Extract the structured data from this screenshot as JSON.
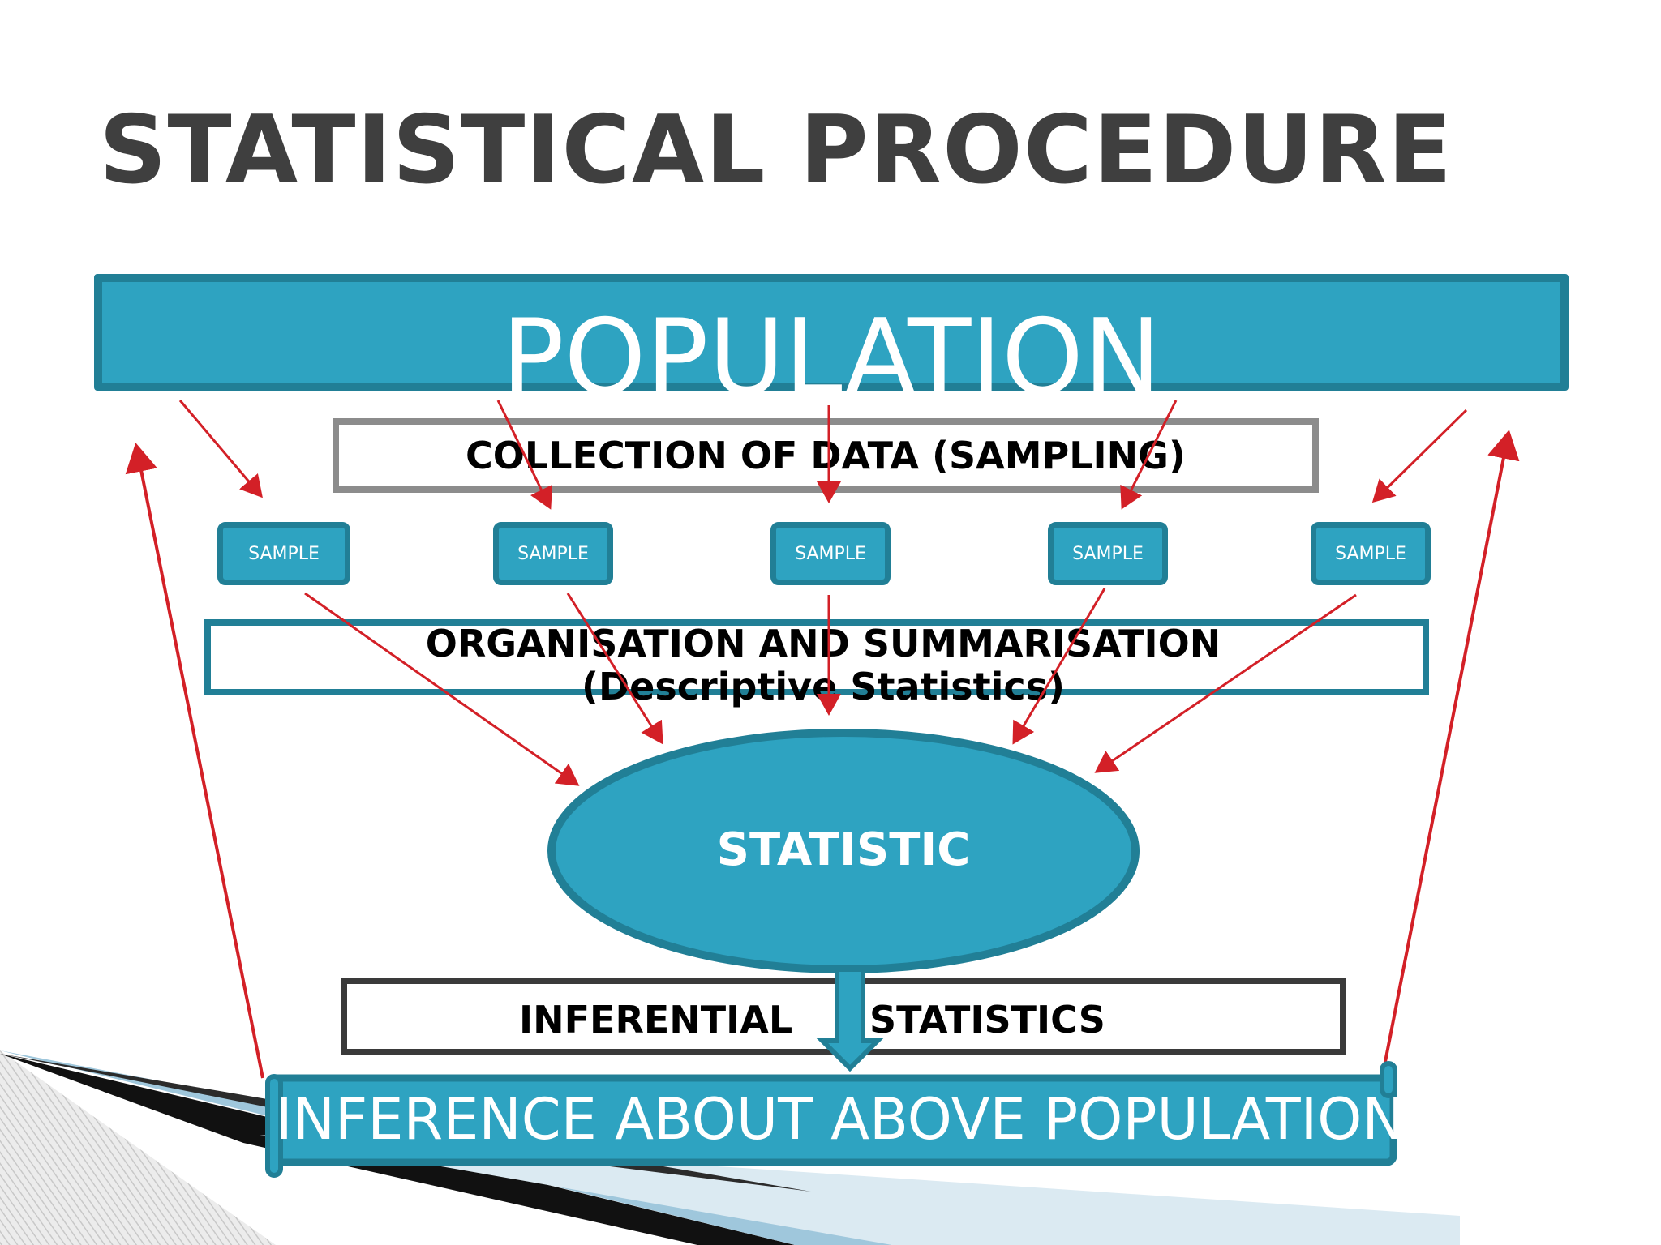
{
  "slide": {
    "title": "STATISTICAL PROCEDURE"
  },
  "diagram": {
    "population_label": "POPULATION",
    "collection_label": "COLLECTION OF DATA (SAMPLING)",
    "samples": [
      "SAMPLE",
      "SAMPLE",
      "SAMPLE",
      "SAMPLE",
      "SAMPLE"
    ],
    "organisation_label": "ORGANISATION AND SUMMARISATION (Descriptive Statistics)",
    "statistic_label": "STATISTIC",
    "inferential_word_1": "INFERENTIAL",
    "inferential_word_2": "STATISTICS",
    "inference_label": "INFERENCE ABOUT ABOVE POPULATION"
  },
  "colors": {
    "teal_fill": "#2ea3c1",
    "teal_border": "#217f96",
    "arrow_red": "#d32027",
    "title_gray": "#3f3f3f"
  }
}
